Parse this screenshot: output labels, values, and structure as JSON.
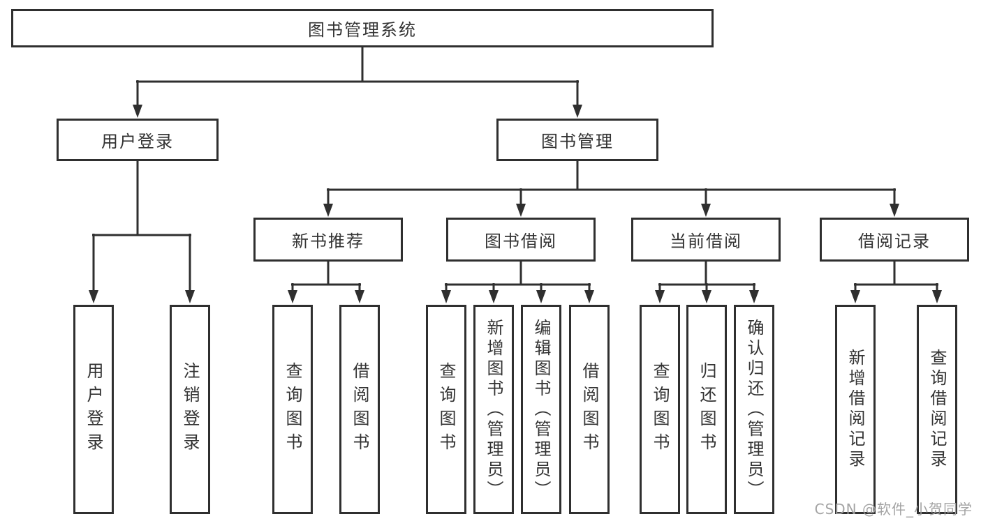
{
  "diagram": {
    "root": "图书管理系统",
    "user_login": {
      "label": "用户登录",
      "children": [
        "用户登录",
        "注销登录"
      ]
    },
    "book_management": {
      "label": "图书管理",
      "sections": [
        {
          "label": "新书推荐",
          "children": [
            "查询图书",
            "借阅图书"
          ]
        },
        {
          "label": "图书借阅",
          "children": [
            "查询图书",
            "新增图书（管理员）",
            "编辑图书（管理员）",
            "借阅图书"
          ]
        },
        {
          "label": "当前借阅",
          "children": [
            "查询图书",
            "归还图书",
            "确认归还（管理员）"
          ]
        },
        {
          "label": "借阅记录",
          "children": [
            "新增借阅记录",
            "查询借阅记录"
          ]
        }
      ]
    }
  },
  "watermark": "CSDN @软件_小贺同学",
  "colors": {
    "line": "#2f2f2f",
    "box_border": "#2f2f2f",
    "text": "#333333",
    "watermark": "#9e9e9e",
    "background": "#ffffff"
  }
}
